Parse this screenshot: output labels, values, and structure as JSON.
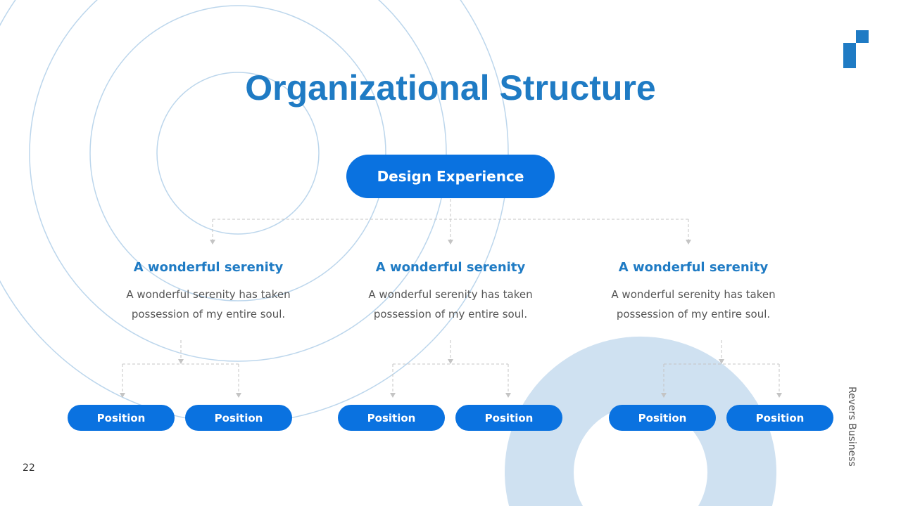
{
  "title": "Organizational Structure",
  "root": "Design Experience",
  "columns": [
    {
      "heading": "A wonderful serenity",
      "text": "A wonderful serenity has taken possession of my entire soul.",
      "positions": [
        "Position",
        "Position"
      ]
    },
    {
      "heading": "A wonderful serenity",
      "text": "A wonderful serenity has taken possession of my entire soul.",
      "positions": [
        "Position",
        "Position"
      ]
    },
    {
      "heading": "A wonderful serenity",
      "text": "A wonderful serenity has taken possession of my entire soul.",
      "positions": [
        "Position",
        "Position"
      ]
    }
  ],
  "page_number": "22",
  "brand": "Revers Business",
  "colors": {
    "accent": "#0a72e0",
    "title": "#1f7bc4",
    "ring": "#cfe1f1"
  }
}
